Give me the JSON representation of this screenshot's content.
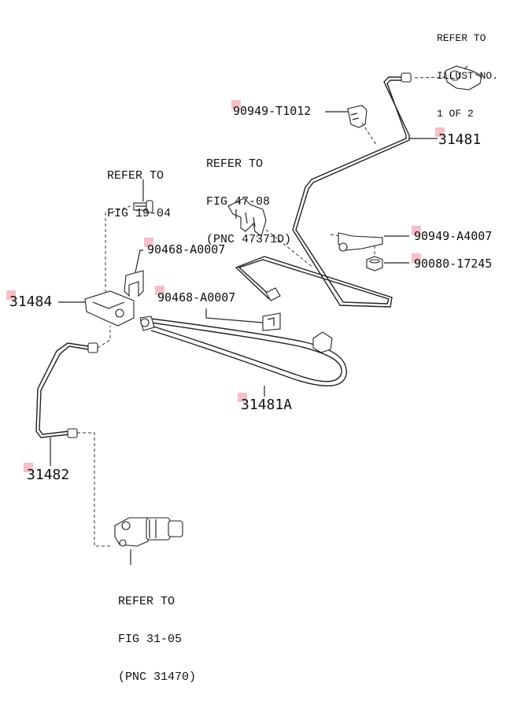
{
  "refs": {
    "top_right": [
      "REFER TO",
      "ILLUST NO.",
      "1 OF 2"
    ],
    "fig_47_08": [
      "REFER TO",
      "FIG 47-08",
      "(PNC 47371D)"
    ],
    "fig_19_04": [
      "REFER TO",
      "FIG 19-04"
    ],
    "fig_31_05": [
      "REFER TO",
      "FIG 31-05",
      "(PNC 31470)"
    ]
  },
  "parts": {
    "p90949_t1012": "90949-T1012",
    "p31481": "31481",
    "p90949_a4007": "90949-A4007",
    "p90080_17245": "90080-17245",
    "p90468_a0007_upper": "90468-A0007",
    "p90468_a0007_lower": "90468-A0007",
    "p31484": "31484",
    "p31481a": "31481A",
    "p31482": "31482"
  },
  "colors": {
    "highlight": "#f4c1c6",
    "line": "#222222",
    "background": "#ffffff"
  }
}
